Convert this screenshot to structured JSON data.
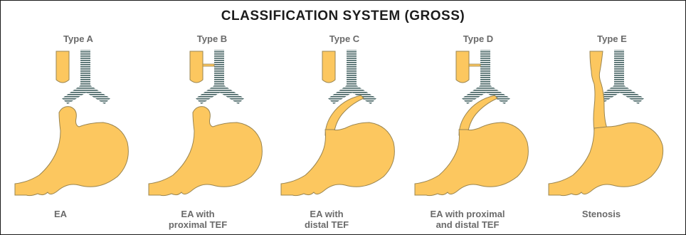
{
  "title": "CLASSIFICATION SYSTEM (GROSS)",
  "colors": {
    "organ": "#FCC75F",
    "organ_outline": "#9A8550",
    "trachea_stripe": "#3F5E5E",
    "text": "#6A6A6A"
  },
  "types": [
    {
      "label": "Type A",
      "caption_lines": [
        "EA"
      ]
    },
    {
      "label": "Type B",
      "caption_lines": [
        "EA with",
        "proximal TEF"
      ]
    },
    {
      "label": "Type C",
      "caption_lines": [
        "EA with",
        "distal TEF"
      ]
    },
    {
      "label": "Type D",
      "caption_lines": [
        "EA with proximal",
        "and distal TEF"
      ]
    },
    {
      "label": "Type E",
      "caption_lines": [
        "Stenosis"
      ]
    }
  ]
}
